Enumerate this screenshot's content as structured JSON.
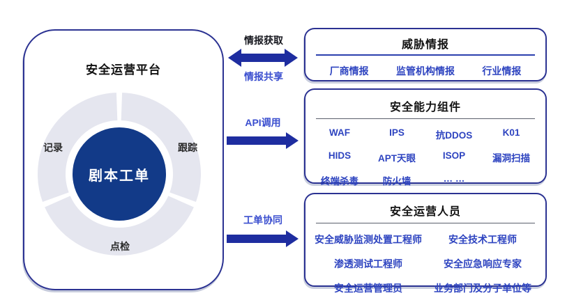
{
  "palette": {
    "navy_border": "#2b3292",
    "arrow_blue": "#1e2da0",
    "deep_blue_circle": "#123a88",
    "item_text_blue": "#2e44c0",
    "connector_label_blue": "#3a4ecf",
    "ring_gray": "#e5e6ef",
    "title_black": "#111111"
  },
  "platform": {
    "title": "安全运营平台",
    "center_label": "剧本工单",
    "ring_labels": {
      "left": "记录",
      "right": "跟踪",
      "bottom": "点检"
    }
  },
  "connectors": {
    "intel": {
      "top_label": "情报获取",
      "bottom_label": "情报共享"
    },
    "api": {
      "label": "API调用"
    },
    "ticket": {
      "label": "工单协同"
    }
  },
  "boxes": {
    "threat_intel": {
      "title": "威胁情报",
      "items": [
        "厂商情报",
        "监管机构情报",
        "行业情报"
      ]
    },
    "capabilities": {
      "title": "安全能力组件",
      "items": [
        "WAF",
        "IPS",
        "抗DDOS",
        "K01",
        "HIDS",
        "APT天眼",
        "ISOP",
        "漏洞扫描",
        "终端杀毒",
        "防火墙",
        "… …"
      ]
    },
    "personnel": {
      "title": "安全运营人员",
      "items": [
        "安全威胁监测处置工程师",
        "安全技术工程师",
        "渗透测试工程师",
        "安全应急响应专家",
        "安全运营管理员",
        "业务部门及分子单位等"
      ]
    }
  }
}
